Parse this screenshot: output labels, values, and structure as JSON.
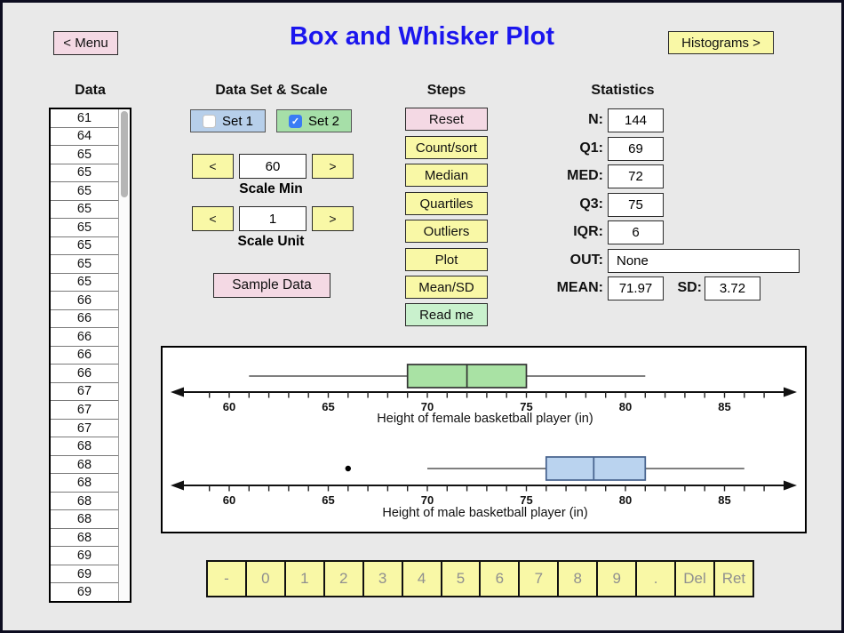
{
  "header": {
    "menu_label": "< Menu",
    "title": "Box and Whisker Plot",
    "histograms_label": "Histograms >"
  },
  "data_panel": {
    "heading": "Data",
    "values": [
      "61",
      "64",
      "65",
      "65",
      "65",
      "65",
      "65",
      "65",
      "65",
      "65",
      "66",
      "66",
      "66",
      "66",
      "66",
      "67",
      "67",
      "67",
      "68",
      "68",
      "68",
      "68",
      "68",
      "68",
      "69",
      "69",
      "69"
    ]
  },
  "dataset_scale": {
    "heading": "Data Set & Scale",
    "set1": {
      "label": "Set 1",
      "checked": false
    },
    "set2": {
      "label": "Set 2",
      "checked": true,
      "checkmark": "✓"
    },
    "scale_min": {
      "dec": "<",
      "value": "60",
      "inc": ">",
      "label": "Scale Min"
    },
    "scale_unit": {
      "dec": "<",
      "value": "1",
      "inc": ">",
      "label": "Scale Unit"
    },
    "sample_data_label": "Sample Data"
  },
  "steps": {
    "heading": "Steps",
    "buttons": [
      "Reset",
      "Count/sort",
      "Median",
      "Quartiles",
      "Outliers",
      "Plot",
      "Mean/SD",
      "Read me"
    ]
  },
  "statistics": {
    "heading": "Statistics",
    "n": {
      "label": "N:",
      "value": "144"
    },
    "q1": {
      "label": "Q1:",
      "value": "69"
    },
    "med": {
      "label": "MED:",
      "value": "72"
    },
    "q3": {
      "label": "Q3:",
      "value": "75"
    },
    "iqr": {
      "label": "IQR:",
      "value": "6"
    },
    "out": {
      "label": "OUT:",
      "value": "None"
    },
    "mean": {
      "label": "MEAN:",
      "value": "71.97"
    },
    "sd": {
      "label": "SD:",
      "value": "3.72"
    }
  },
  "keypad": {
    "keys": [
      "-",
      "0",
      "1",
      "2",
      "3",
      "4",
      "5",
      "6",
      "7",
      "8",
      "9",
      ".",
      "Del",
      "Ret"
    ]
  },
  "chart_data": {
    "type": "boxplot",
    "orientation": "horizontal",
    "axis": {
      "xlim": [
        58,
        87.5
      ],
      "tick_step": 1,
      "tick_min": 59,
      "tick_max": 87,
      "labeled_ticks": [
        60,
        65,
        70,
        75,
        80,
        85
      ]
    },
    "series": [
      {
        "name": "female",
        "label": "Height of female basketball player (in)",
        "min": 61,
        "q1": 69,
        "median": 72,
        "q3": 75,
        "max": 81,
        "outliers": [],
        "fill": "#a9e2a4",
        "stroke": "#333333"
      },
      {
        "name": "male",
        "label": "Height of male basketball player (in)",
        "min": 70,
        "q1": 76,
        "median": 78.4,
        "q3": 81,
        "max": 86,
        "outliers": [
          66
        ],
        "fill": "#bad3ef",
        "stroke": "#44608c"
      }
    ]
  },
  "colors": {
    "background": "#e9e9e9",
    "title_blue": "#1b16ee",
    "button_yellow": "#f9f8a6",
    "button_pink": "#f4d9e4",
    "button_green": "#c9f1cd",
    "set1_blue": "#b7cfea",
    "set2_green": "#a6dfa8",
    "checkbox_blue": "#3a7cf4"
  }
}
